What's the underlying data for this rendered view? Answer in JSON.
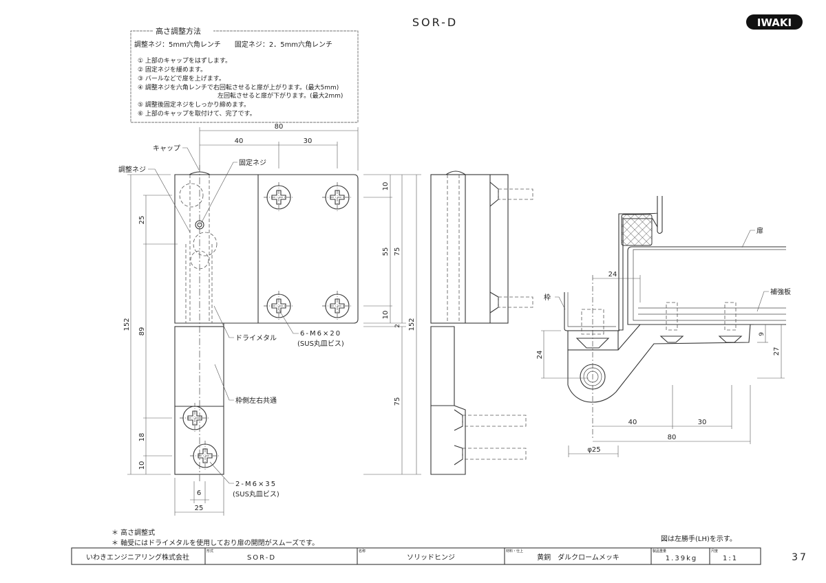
{
  "header": {
    "model": "SOR-D",
    "brand": "IWAKI"
  },
  "instructions": {
    "title": "高さ調整方法",
    "tools": "調整ネジ：5mm六角レンチ　　固定ネジ：2．5mm六角レンチ",
    "steps": [
      "① 上部のキャップをはずします。",
      "② 固定ネジを緩めます。",
      "③ バールなどで扉を上げます。",
      "④ 調整ネジを六角レンチで右回転させると扉が上がります。(最大5mm)",
      "左回転させると扉が下がります。(最大2mm)",
      "⑤ 調整後固定ネジをしっかり締めます。",
      "⑥ 上部のキャップを取付けて、完了です。"
    ]
  },
  "front_view": {
    "labels": {
      "cap": "キャップ",
      "adjust_screw": "調整ネジ",
      "fix_screw": "固定ネジ",
      "dry_metal": "ドライメタル",
      "screws_door": "6-M6×20",
      "screws_door_spec": "(SUS丸皿ビス)",
      "frame_common": "枠側左右共通",
      "screws_frame": "2-M6×35",
      "screws_frame_spec": "(SUS丸皿ビス)"
    },
    "dims": {
      "w80": "80",
      "w40": "40",
      "w30": "30",
      "h152": "152",
      "h89": "89",
      "h25": "25",
      "h18": "18",
      "h10": "10",
      "b6": "6",
      "b25": "25",
      "r10a": "10",
      "r55": "55",
      "r10b": "10",
      "r75a": "75",
      "r2": "2",
      "r75b": "75",
      "r152": "152"
    }
  },
  "plan_view": {
    "labels": {
      "door": "扉",
      "frame": "枠",
      "reinforcement": "補強板"
    },
    "dims": {
      "d24top": "24",
      "d24left": "24",
      "d9": "9",
      "d27": "27",
      "d40": "40",
      "d30": "30",
      "d80": "80",
      "phi25": "φ25"
    }
  },
  "notes": [
    "＊ 高さ調整式",
    "＊ 軸受にはドライメタルを使用しており扉の開閉がスムーズです。"
  ],
  "hand_note": "図は左勝手(LH)を示す。",
  "title_block": {
    "company": "いわきエンジニアリング株式会社",
    "model_label": "形式",
    "model": "SOR-D",
    "name_label": "名称",
    "name": "ソリッドヒンジ",
    "material_label": "材料・仕上",
    "material": "黄銅　ダルクロームメッキ",
    "weight_label": "製品重量",
    "weight": "1.39kg",
    "scale_label": "尺度",
    "scale": "1:1"
  },
  "page_number": "37"
}
